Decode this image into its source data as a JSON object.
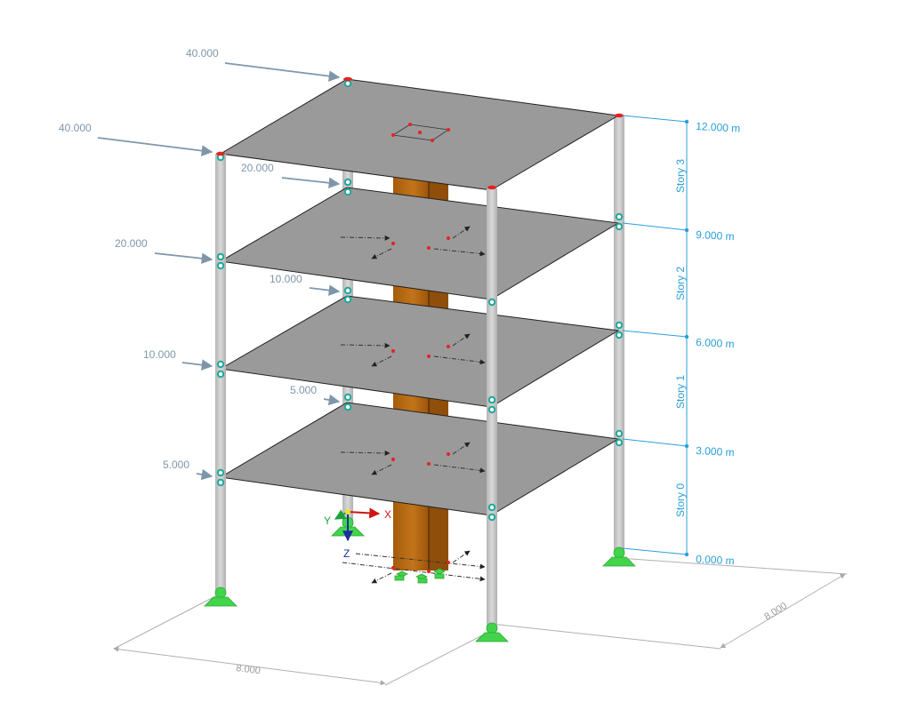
{
  "load_labels": {
    "roof_back": "40.000",
    "roof_front": "40.000",
    "story2_back": "20.000",
    "story2_front": "20.000",
    "story1_back": "10.000",
    "story1_front": "10.000",
    "story0_back": "5.000",
    "story0_front": "5.000"
  },
  "elevations": [
    "12.000 m",
    "9.000 m",
    "6.000 m",
    "3.000 m",
    "0.000 m"
  ],
  "stories": [
    "Story 3",
    "Story 2",
    "Story 1",
    "Story 0"
  ],
  "dimensions": {
    "x": "8.000",
    "y": "8.000"
  },
  "axes": {
    "x": "X",
    "y": "Y",
    "z": "Z"
  },
  "colors": {
    "slab": "#999999",
    "column": "#c8c8c8",
    "core": "#b86a12",
    "support": "#42d44a",
    "hinge": "#1fa89a",
    "load_arrow": "#7f96aa",
    "level_line": "#2a9fd8",
    "node": "#e52222"
  }
}
